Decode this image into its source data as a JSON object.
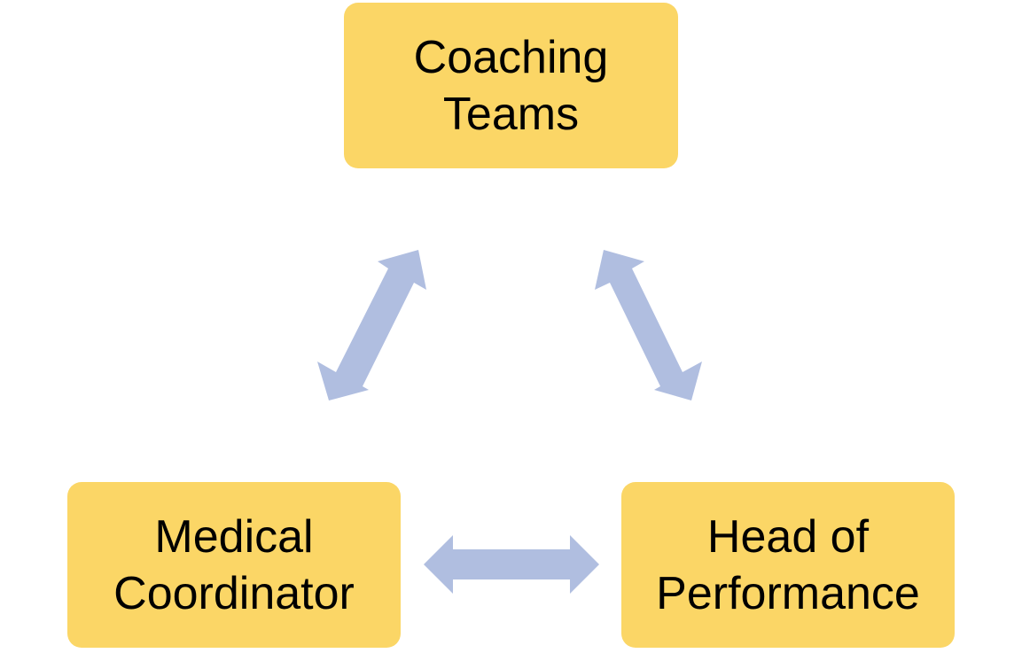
{
  "diagram": {
    "nodes": {
      "top": {
        "line1": "Coaching",
        "line2": "Teams"
      },
      "left": {
        "line1": "Medical",
        "line2": "Coordinator"
      },
      "right": {
        "line1": "Head of",
        "line2": "Performance"
      }
    },
    "colors": {
      "node_fill": "#fbd666",
      "arrow_fill": "#b0bee0",
      "text": "#000000"
    }
  }
}
